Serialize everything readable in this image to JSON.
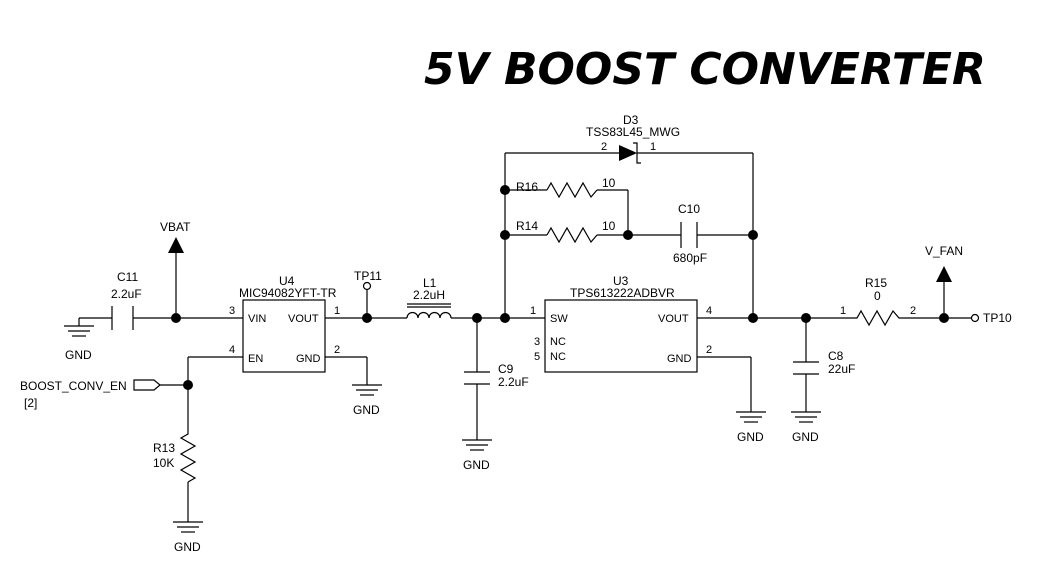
{
  "title": "5V BOOST CONVERTER",
  "components": {
    "u4": {
      "ref": "U4",
      "part": "MIC94082YFT-TR",
      "pins": {
        "vin": "VIN",
        "vout": "VOUT",
        "en": "EN",
        "gnd": "GND",
        "n3": "3",
        "n1": "1",
        "n4": "4",
        "n2": "2"
      }
    },
    "u3": {
      "ref": "U3",
      "part": "TPS613222ADBVR",
      "pins": {
        "sw": "SW",
        "vout": "VOUT",
        "nc1": "NC",
        "nc2": "NC",
        "gnd": "GND",
        "n1": "1",
        "n4": "4",
        "n3": "3",
        "n5": "5",
        "n2": "2"
      }
    },
    "c11": {
      "ref": "C11",
      "value": "2.2uF"
    },
    "c9": {
      "ref": "C9",
      "value": "2.2uF"
    },
    "c10": {
      "ref": "C10",
      "value": "680pF"
    },
    "c8": {
      "ref": "C8",
      "value": "22uF"
    },
    "l1": {
      "ref": "L1",
      "value": "2.2uH"
    },
    "d3": {
      "ref": "D3",
      "part": "TSS83L45_MWG",
      "pin_a": "2",
      "pin_k": "1"
    },
    "r16": {
      "ref": "R16",
      "value": "10"
    },
    "r14": {
      "ref": "R14",
      "value": "10"
    },
    "r15": {
      "ref": "R15",
      "value": "0",
      "pin1": "1",
      "pin2": "2"
    },
    "r13": {
      "ref": "R13",
      "value": "10K"
    }
  },
  "nets": {
    "vbat": "VBAT",
    "v_fan": "V_FAN",
    "tp11": "TP11",
    "tp10": "TP10",
    "boost_en": "BOOST_CONV_EN",
    "boost_en_ref": "[2]",
    "gnd": "GND"
  }
}
